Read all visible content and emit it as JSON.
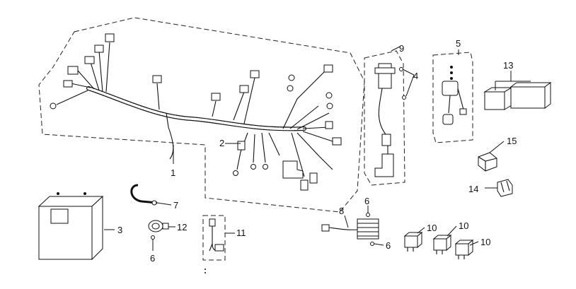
{
  "callouts": {
    "c1": "1",
    "c2": "2",
    "c3": "3",
    "c4": "4",
    "c5": "5",
    "c6a": "6",
    "c6b": "6",
    "c6c": "6",
    "c7": "7",
    "c8": "8",
    "c9": "9",
    "c10a": "10",
    "c10b": "10",
    "c10c": "10",
    "c11": "11",
    "c12": "12",
    "c13": "13",
    "c14": "14",
    "c15": "15"
  }
}
